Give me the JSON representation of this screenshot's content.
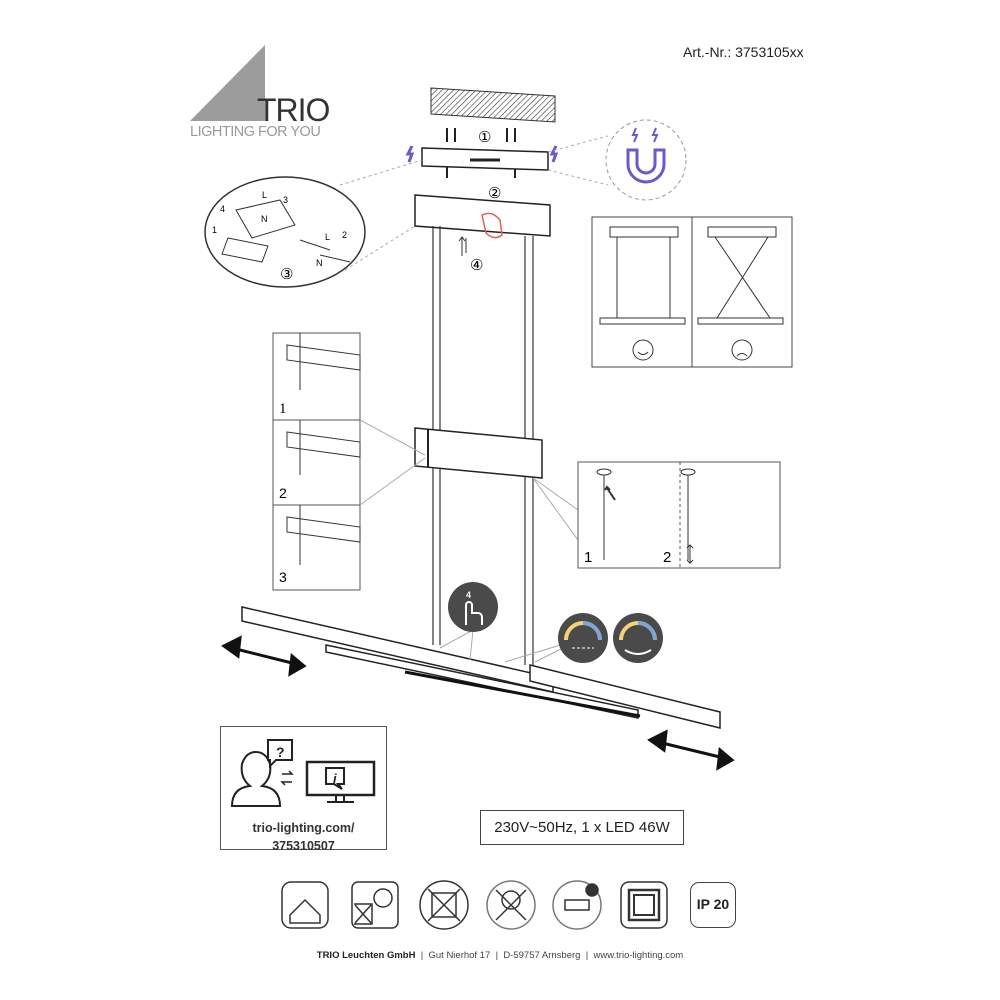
{
  "header": {
    "article_number": "Art.-Nr.: 3753105xx",
    "logo": {
      "brand": "TRIO",
      "tagline": "LIGHTING FOR YOU"
    }
  },
  "steps": {
    "step1": "①",
    "step2": "②",
    "step3": "③",
    "step4": "④"
  },
  "wiring_labels": {
    "L": "L",
    "N": "N",
    "n1": "1",
    "n2": "2",
    "n3": "3",
    "n4": "4"
  },
  "left_panels": [
    "1",
    "2",
    "3"
  ],
  "right_panels": [
    "1",
    "2"
  ],
  "touch_icon_number": "4",
  "info": {
    "url_line1": "trio-lighting.com/",
    "url_line2": "375310507"
  },
  "spec": "230V~50Hz, 1 x LED 46W",
  "icons": [
    "indoor-use-icon",
    "no-dimmer-icon",
    "not-on-flammable-surface-icon",
    "led-not-replaceable-icon",
    "remote-control-icon",
    "protection-class-2-icon",
    "ip-rating-icon"
  ],
  "ip_rating": "IP 20",
  "footer": {
    "company": "TRIO Leuchten GmbH",
    "address": "Gut Nierhof 17",
    "city": "D-59757 Arnsberg",
    "website": "www.trio-lighting.com"
  },
  "colors": {
    "accent_purple": "#6a5acd",
    "logo_gray": "#9a9a9a",
    "icon_dark": "#4a4a4a"
  }
}
